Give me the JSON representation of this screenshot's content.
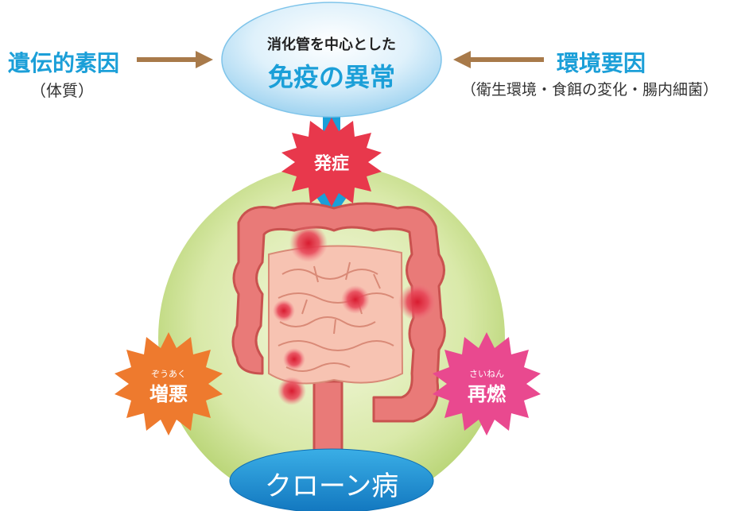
{
  "left_factor": {
    "title": "遺伝的素因",
    "sub": "（体質）"
  },
  "right_factor": {
    "title": "環境要因",
    "sub": "（衛生環境・食餌の変化・腸内細菌）"
  },
  "center_bubble": {
    "line1": "消化管を中心とした",
    "line2": "免疫の異常"
  },
  "onset_burst": {
    "label": "発症"
  },
  "worsen_burst": {
    "ruby": "ぞうあく",
    "label": "増悪"
  },
  "relapse_burst": {
    "ruby": "さいねん",
    "label": "再燃"
  },
  "disease_label": {
    "label": "クローン病"
  },
  "colors": {
    "accent_blue": "#1b9fd8",
    "arrow_brown": "#a87a4a",
    "intestine": "#e97a78",
    "small_intestine": "#f7c3b2",
    "green_circle": "#c9df8a",
    "onset_red": "#e8384c",
    "worsen_orange": "#ee7a2e",
    "relapse_pink": "#e9498f",
    "disease_blue": "#1c94d6"
  }
}
